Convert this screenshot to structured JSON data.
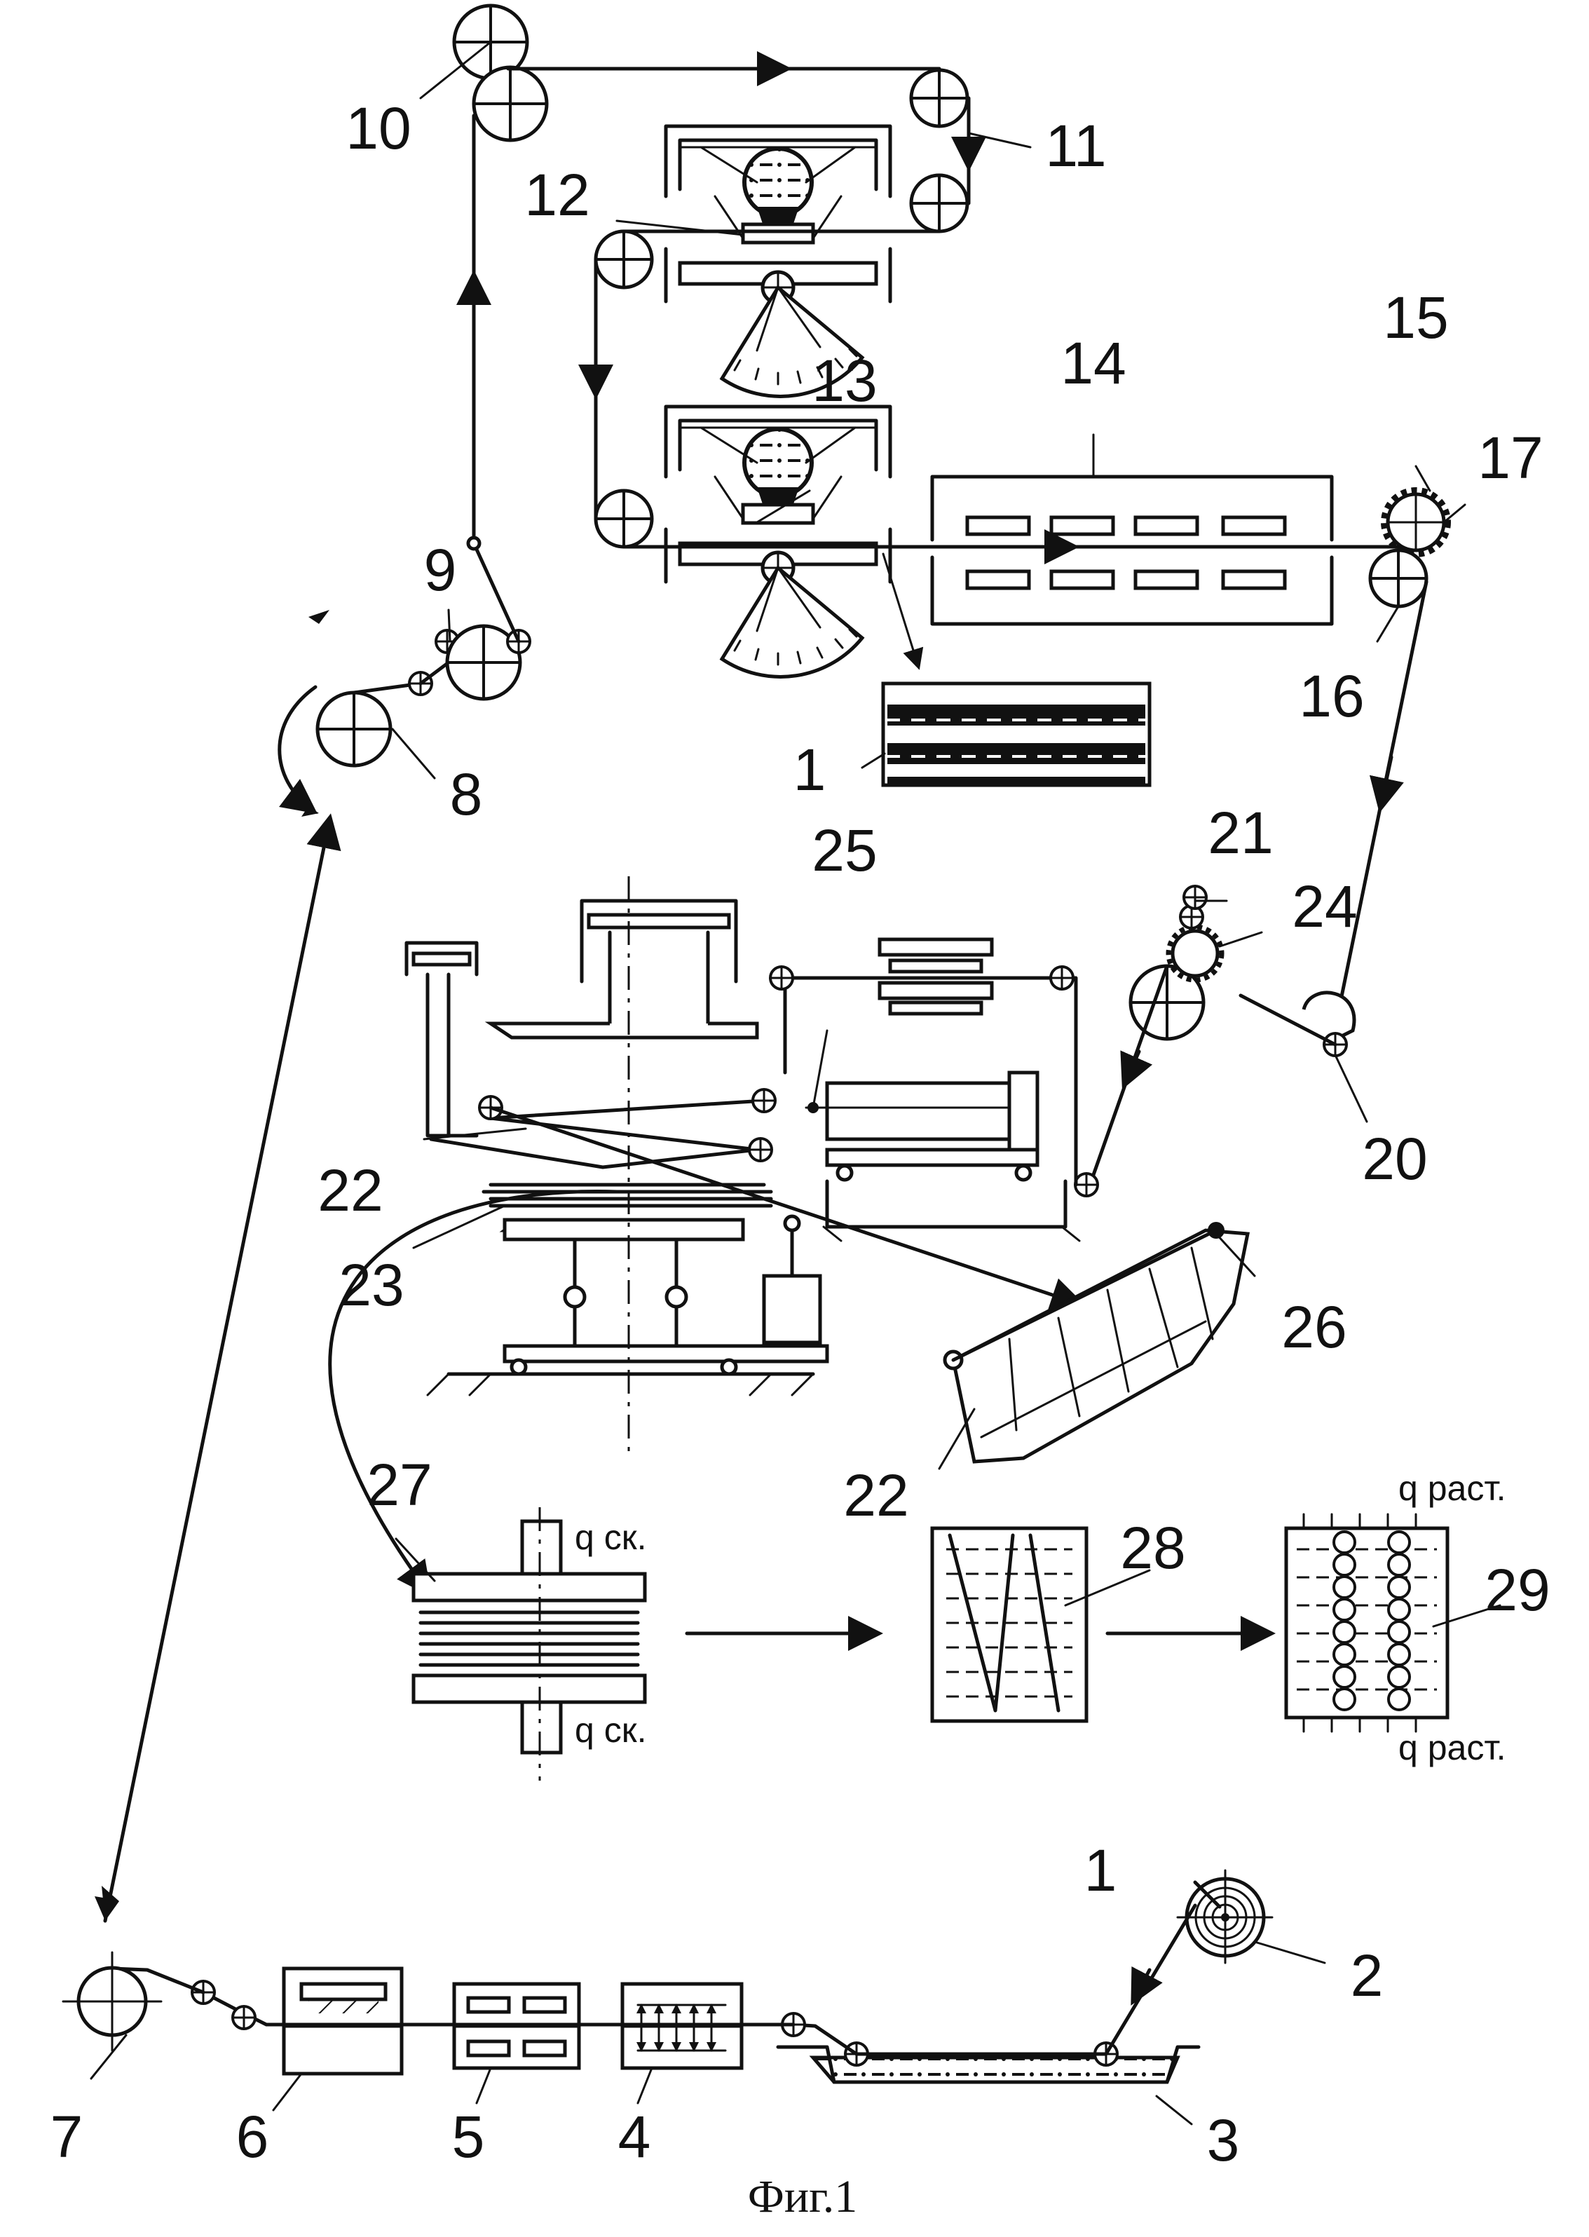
{
  "figure": {
    "caption": "Фиг.1",
    "labels": {
      "l1a": "1",
      "l1b": "1",
      "l2": "2",
      "l3": "3",
      "l4": "4",
      "l5": "5",
      "l6": "6",
      "l7": "7",
      "l8": "8",
      "l9": "9",
      "l10": "10",
      "l11": "11",
      "l12": "12",
      "l13": "13",
      "l14": "14",
      "l15": "15",
      "l16": "16",
      "l17": "17",
      "l20": "20",
      "l21": "21",
      "l22a": "22",
      "l22b": "22",
      "l23": "23",
      "l24": "24",
      "l25": "25",
      "l26": "26",
      "l27": "27",
      "l28": "28",
      "l29": "29"
    },
    "loads": {
      "press_top": "q ск.",
      "press_bottom": "q ск.",
      "tension_top": "q раст.",
      "tension_bottom": "q раст."
    }
  }
}
